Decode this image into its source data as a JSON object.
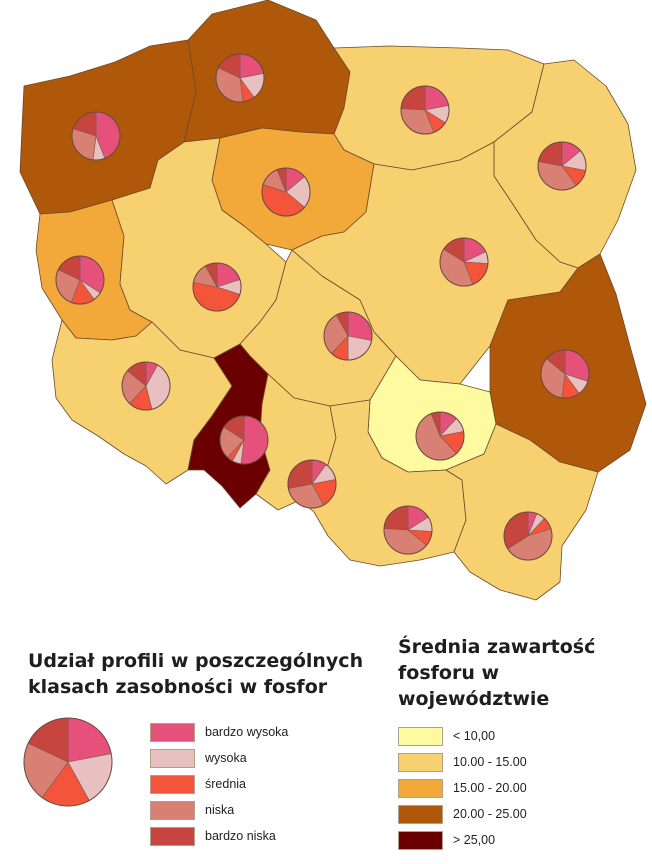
{
  "legend_classes": {
    "title": "Udział profili w poszczególnych klasach zasobności w fosfor",
    "items": [
      {
        "label": "bardzo wysoka",
        "color": "#e5517a"
      },
      {
        "label": "wysoka",
        "color": "#e8c0c0"
      },
      {
        "label": "średnia",
        "color": "#f4553a"
      },
      {
        "label": "niska",
        "color": "#d98075"
      },
      {
        "label": "bardzo niska",
        "color": "#c6453f"
      }
    ]
  },
  "legend_content": {
    "title": "Średnia zawartość fosforu w województwie",
    "items": [
      {
        "label": "< 10,00",
        "color": "#fdfaa0"
      },
      {
        "label": "10.00 - 15.00",
        "color": "#f7d070"
      },
      {
        "label": "15.00 - 20.00",
        "color": "#f3a83a"
      },
      {
        "label": "20.00 - 25.00",
        "color": "#b0580a"
      },
      {
        "label": "> 25,00",
        "color": "#6a0000"
      }
    ]
  },
  "voivodeships": [
    {
      "region": "pomorskie",
      "class": 3,
      "pie": [
        22,
        18,
        8,
        34,
        18
      ]
    },
    {
      "region": "zachodniopomorskie",
      "class": 3,
      "pie": [
        44,
        8,
        0,
        28,
        20
      ]
    },
    {
      "region": "warminsko-mazurskie",
      "class": 1,
      "pie": [
        22,
        12,
        10,
        32,
        24
      ]
    },
    {
      "region": "podlaskie",
      "class": 1,
      "pie": [
        14,
        14,
        12,
        38,
        22
      ]
    },
    {
      "region": "kujawsko-pomorskie",
      "class": 2,
      "pie": [
        14,
        22,
        44,
        14,
        6
      ]
    },
    {
      "region": "lubuskie",
      "class": 2,
      "pie": [
        34,
        6,
        16,
        26,
        18
      ]
    },
    {
      "region": "wielkopolskie",
      "class": 1,
      "pie": [
        20,
        10,
        48,
        14,
        8
      ]
    },
    {
      "region": "mazowieckie",
      "class": 1,
      "pie": [
        18,
        8,
        18,
        40,
        16
      ]
    },
    {
      "region": "lodzkie",
      "class": 1,
      "pie": [
        28,
        22,
        12,
        30,
        8
      ]
    },
    {
      "region": "lubelskie",
      "class": 3,
      "pie": [
        30,
        10,
        12,
        34,
        14
      ]
    },
    {
      "region": "dolnoslaskie",
      "class": 1,
      "pie": [
        8,
        38,
        16,
        24,
        14
      ]
    },
    {
      "region": "opolskie",
      "class": 4,
      "pie": [
        52,
        6,
        4,
        22,
        16
      ]
    },
    {
      "region": "swietokrzyskie",
      "class": 0,
      "pie": [
        12,
        10,
        16,
        56,
        6
      ]
    },
    {
      "region": "slaskie",
      "class": 1,
      "pie": [
        10,
        12,
        20,
        30,
        28
      ]
    },
    {
      "region": "malopolskie",
      "class": 1,
      "pie": [
        16,
        10,
        10,
        40,
        24
      ]
    },
    {
      "region": "podkarpackie",
      "class": 1,
      "pie": [
        6,
        6,
        8,
        46,
        34
      ]
    }
  ],
  "legend_pie_sample": [
    22,
    20,
    18,
    22,
    18
  ]
}
